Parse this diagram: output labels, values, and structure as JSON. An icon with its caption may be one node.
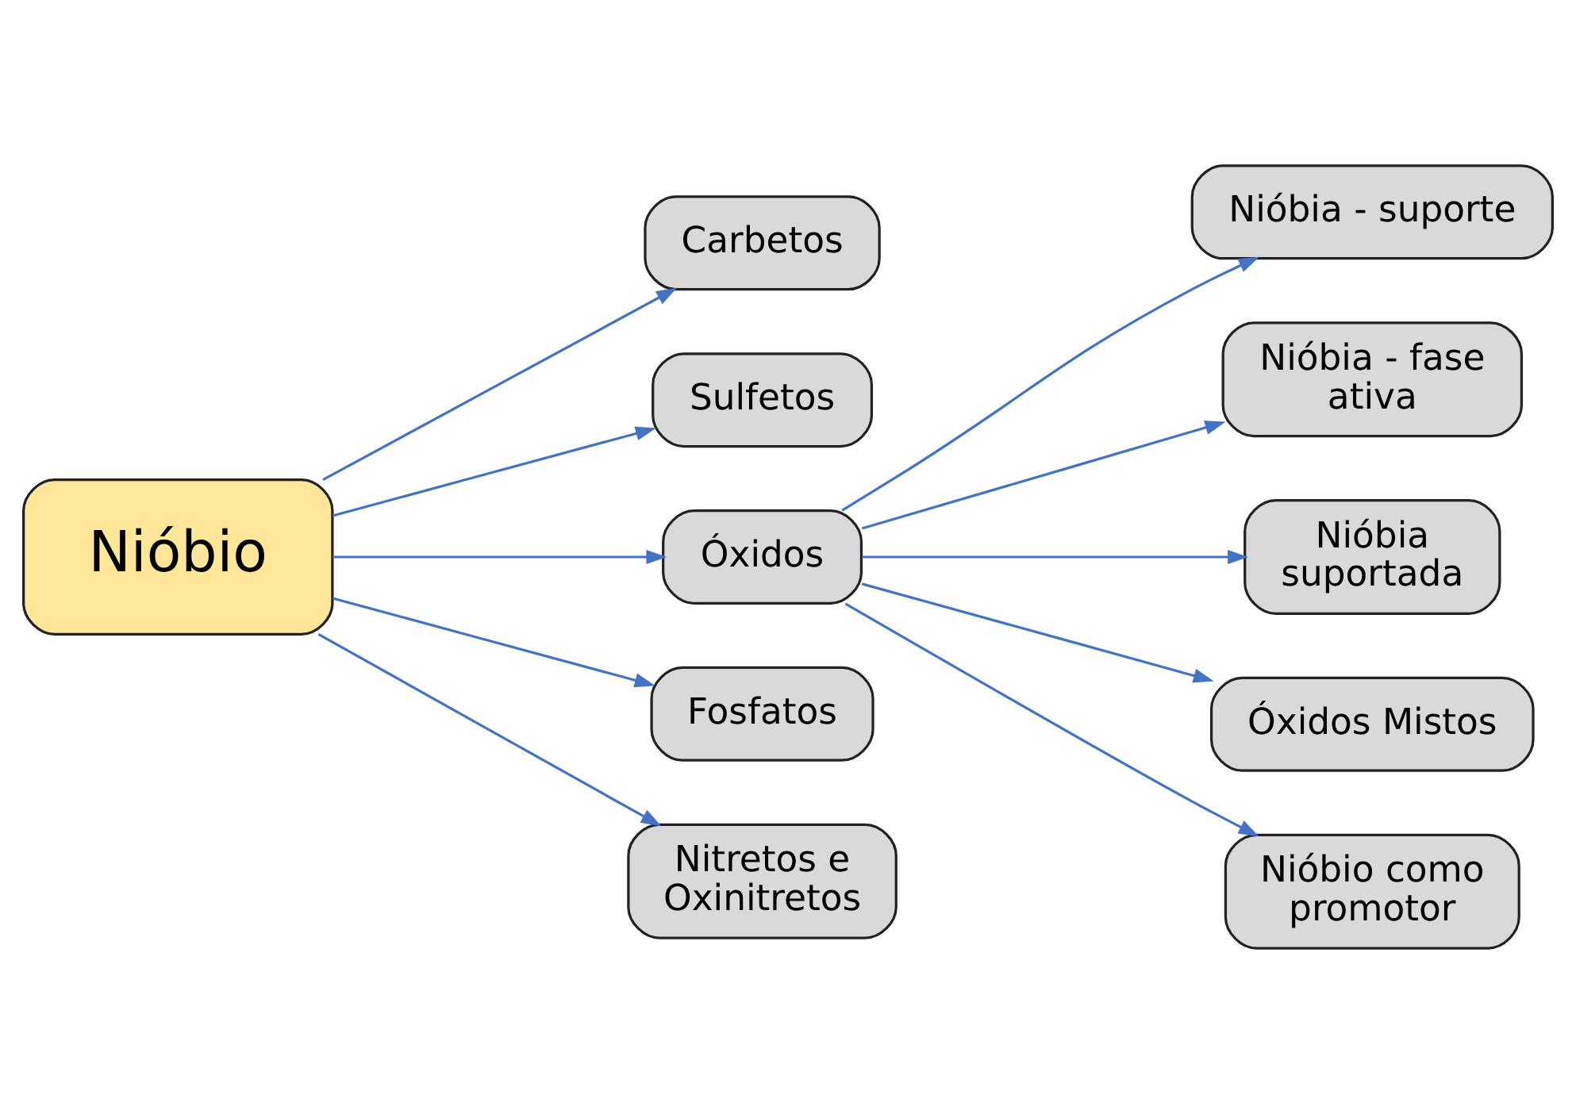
{
  "diagram": {
    "nodes": [
      {
        "text": [
          "Nióbio"
        ]
      },
      {
        "text": [
          "Carbetos"
        ]
      },
      {
        "text": [
          "Sulfetos"
        ]
      },
      {
        "text": [
          "Óxidos"
        ]
      },
      {
        "text": [
          "Fosfatos"
        ]
      },
      {
        "text": [
          "Nitretos e Oxinitretos"
        ]
      },
      {
        "text": [
          "Nióbia - suporte"
        ]
      },
      {
        "text": [
          "Nióbia - fase ativa"
        ]
      },
      {
        "text": [
          "Nióbia suportada"
        ]
      },
      {
        "text": [
          "Óxidos Mistos"
        ]
      },
      {
        "text": [
          "Nióbio como promotor"
        ]
      }
    ],
    "edges": [
      {
        "from": 0,
        "to": 1,
        "arrow": "to"
      },
      {
        "from": 0,
        "to": 2,
        "arrow": "to"
      },
      {
        "from": 0,
        "to": 3,
        "arrow": "to"
      },
      {
        "from": 0,
        "to": 4,
        "arrow": "to"
      },
      {
        "from": 0,
        "to": 5,
        "arrow": "to"
      },
      {
        "from": 3,
        "to": 6,
        "arrow": "to"
      },
      {
        "from": 3,
        "to": 7,
        "arrow": "to"
      },
      {
        "from": 3,
        "to": 8,
        "arrow": "to"
      },
      {
        "from": 3,
        "to": 9,
        "arrow": "to"
      },
      {
        "from": 3,
        "to": 10,
        "arrow": "to"
      }
    ]
  }
}
